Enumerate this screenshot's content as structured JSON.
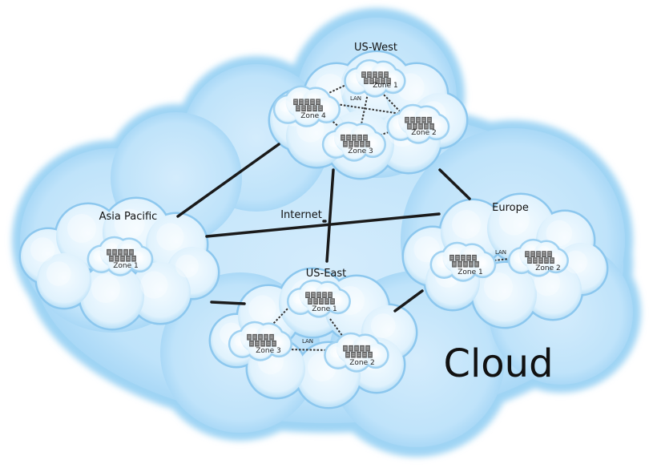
{
  "title": "Cloud",
  "internet_label": "Internet",
  "lan_label": "LAN",
  "colors": {
    "cloud_fill": "#bfe3fa",
    "cloud_edge": "#8ac8f0",
    "region_fill": "#e6f5fe",
    "region_edge": "#8cc7ee",
    "link": "#1a1a1a",
    "server": "#6b6b6b"
  },
  "regions": {
    "us_west": {
      "name": "US-West",
      "zones": [
        "Zone 1",
        "Zone 2",
        "Zone 3",
        "Zone 4"
      ]
    },
    "asia_pacific": {
      "name": "Asia Pacific",
      "zones": [
        "Zone 1"
      ]
    },
    "europe": {
      "name": "Europe",
      "zones": [
        "Zone 1",
        "Zone 2"
      ]
    },
    "us_east": {
      "name": "US-East",
      "zones": [
        "Zone 1",
        "Zone 2",
        "Zone 3"
      ]
    }
  },
  "connections": [
    [
      "Asia Pacific",
      "US-West"
    ],
    [
      "US-West",
      "US-East"
    ],
    [
      "US-West",
      "Europe"
    ],
    [
      "Asia Pacific",
      "Europe"
    ],
    [
      "Asia Pacific",
      "US-East"
    ],
    [
      "US-East",
      "Europe"
    ]
  ]
}
